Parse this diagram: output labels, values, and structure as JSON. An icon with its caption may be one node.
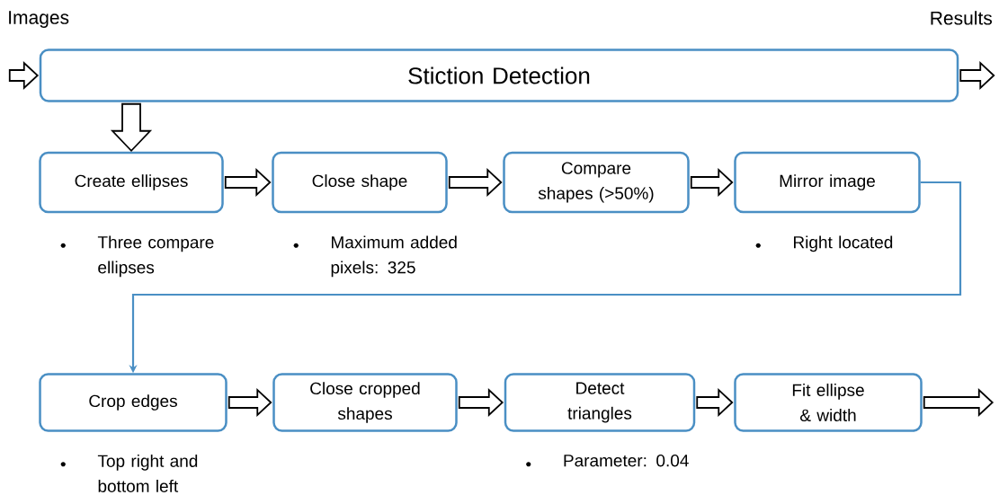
{
  "diagram": {
    "nodes": [
      {
        "text": [
          "Stiction Detection"
        ]
      },
      {
        "text": [
          "Create ellipses"
        ],
        "beside": [
          "Three compare ellipses"
        ]
      },
      {
        "text": [
          "Close shape"
        ],
        "beside": [
          "Maximum added pixels: 325"
        ]
      },
      {
        "text": [
          "Compare shapes (>50%)"
        ]
      },
      {
        "text": [
          "Mirror image"
        ],
        "beside": [
          "Right located"
        ]
      },
      {
        "text": [
          "Crop edges"
        ],
        "beside": [
          "Top right and bottom left"
        ]
      },
      {
        "text": [
          "Close cropped shapes"
        ]
      },
      {
        "text": [
          "Detect triangles"
        ],
        "beside": [
          "Parameter: 0.04"
        ]
      },
      {
        "text": [
          "Fit ellipse & width"
        ]
      }
    ],
    "edges": [
      {
        "from": null,
        "to": 0,
        "arrow": "to"
      },
      {
        "from": 0,
        "to": null,
        "arrow": "to"
      },
      {
        "from": 0,
        "to": 1,
        "arrow": "to"
      },
      {
        "from": 1,
        "to": 2,
        "arrow": "to"
      },
      {
        "from": 2,
        "to": 3,
        "arrow": "to"
      },
      {
        "from": 3,
        "to": 4,
        "arrow": "to"
      },
      {
        "from": 4,
        "to": 5,
        "arrow": "to",
        "color": "#4a8fc4"
      },
      {
        "from": 5,
        "to": 6,
        "arrow": "to"
      },
      {
        "from": 6,
        "to": 7,
        "arrow": "to"
      },
      {
        "from": 7,
        "to": 8,
        "arrow": "to"
      },
      {
        "from": 8,
        "to": null,
        "arrow": "to"
      }
    ],
    "labels": [
      "Images",
      "Results"
    ]
  }
}
